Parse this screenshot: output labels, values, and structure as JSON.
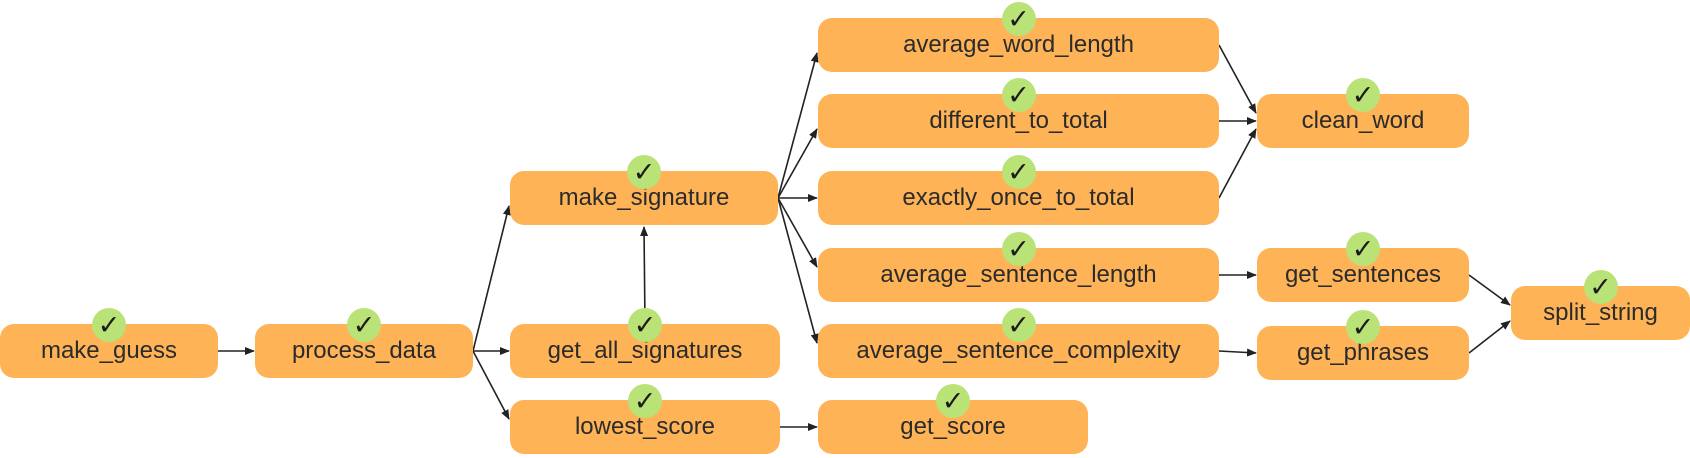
{
  "theme": {
    "node_fill": "#FFB357",
    "badge_fill": "#B9E277",
    "edge": "#222222"
  },
  "badge_icon": "check-icon",
  "badge_glyph": "✓",
  "nodes": {
    "make_guess": {
      "label": "make_guess",
      "status": "done"
    },
    "process_data": {
      "label": "process_data",
      "status": "done"
    },
    "make_signature": {
      "label": "make_signature",
      "status": "done"
    },
    "get_all_signatures": {
      "label": "get_all_signatures",
      "status": "done"
    },
    "lowest_score": {
      "label": "lowest_score",
      "status": "done"
    },
    "get_score": {
      "label": "get_score",
      "status": "done"
    },
    "average_word_length": {
      "label": "average_word_length",
      "status": "done"
    },
    "different_to_total": {
      "label": "different_to_total",
      "status": "done"
    },
    "exactly_once_to_total": {
      "label": "exactly_once_to_total",
      "status": "done"
    },
    "average_sentence_length": {
      "label": "average_sentence_length",
      "status": "done"
    },
    "average_sentence_complexity": {
      "label": "average_sentence_complexity",
      "status": "done"
    },
    "clean_word": {
      "label": "clean_word",
      "status": "done"
    },
    "get_sentences": {
      "label": "get_sentences",
      "status": "done"
    },
    "get_phrases": {
      "label": "get_phrases",
      "status": "done"
    },
    "split_string": {
      "label": "split_string",
      "status": "done"
    }
  },
  "edges": [
    [
      "make_guess",
      "process_data"
    ],
    [
      "process_data",
      "make_signature"
    ],
    [
      "process_data",
      "get_all_signatures"
    ],
    [
      "process_data",
      "lowest_score"
    ],
    [
      "get_all_signatures",
      "make_signature"
    ],
    [
      "lowest_score",
      "get_score"
    ],
    [
      "make_signature",
      "average_word_length"
    ],
    [
      "make_signature",
      "different_to_total"
    ],
    [
      "make_signature",
      "exactly_once_to_total"
    ],
    [
      "make_signature",
      "average_sentence_length"
    ],
    [
      "make_signature",
      "average_sentence_complexity"
    ],
    [
      "average_word_length",
      "clean_word"
    ],
    [
      "different_to_total",
      "clean_word"
    ],
    [
      "exactly_once_to_total",
      "clean_word"
    ],
    [
      "average_sentence_length",
      "get_sentences"
    ],
    [
      "average_sentence_complexity",
      "get_phrases"
    ],
    [
      "get_sentences",
      "split_string"
    ],
    [
      "get_phrases",
      "split_string"
    ]
  ]
}
